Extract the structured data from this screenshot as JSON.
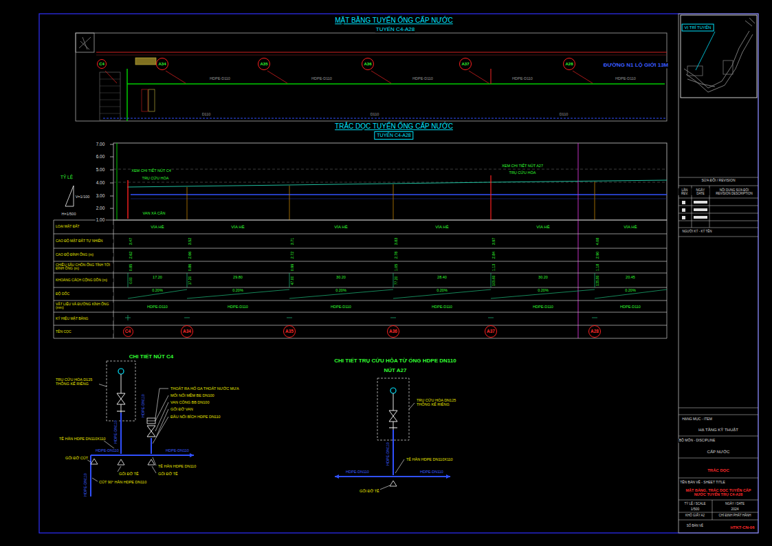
{
  "diagram": {
    "title": "MẶT BẰNG TUYẾN ỐNG CẤP NƯỚC",
    "nodes": [
      {
        "text": [
          "C4"
        ]
      },
      {
        "text": [
          "A34"
        ]
      },
      {
        "text": [
          "A35"
        ]
      },
      {
        "text": [
          "A36"
        ]
      },
      {
        "text": [
          "A37"
        ]
      },
      {
        "text": [
          "A28"
        ]
      },
      {
        "text": [
          "C4"
        ]
      },
      {
        "text": [
          "A34"
        ]
      },
      {
        "text": [
          "A35"
        ]
      },
      {
        "text": [
          "A36"
        ]
      },
      {
        "text": [
          "A37"
        ]
      },
      {
        "text": [
          "A28"
        ]
      }
    ],
    "labels": [
      "TUYẾN C4-A28",
      "ĐƯỜNG N1 LỘ GIỚI 13M",
      "HDPE-D110",
      "HDPE-D110",
      "HDPE-D110",
      "HDPE-D110",
      "HDPE-D110",
      "D110",
      "D110",
      "D110",
      "TUYẾN C4-A28",
      "7.00",
      "6.00",
      "5.00",
      "4.00",
      "3.00",
      "2.00",
      "1.00",
      "TỶ LỆ",
      "V=1/100",
      "H=1/500",
      "XEM CHI TIẾT NÚT C4",
      "TRỤ CỨU HỎA",
      "VAN XẢ CẶN",
      "XEM CHI TIẾT NÚT A27",
      "TRỤ CỨU HỎA",
      "LOẠI MẶT ĐẤT",
      "CAO ĐỘ MẶT ĐẤT TỰ NHIÊN",
      "CAO ĐỘ ĐỈNH ỐNG (m)",
      "CHIỀU SÂU CHÔN ỐNG TÍNH TỚI ĐỈNH ỐNG (m)",
      "KHOẢNG CÁCH CỘNG DỒN (m)",
      "ĐỘ DỐC",
      "VẬT LIỆU VÀ ĐƯỜNG KÍNH ỐNG (mm)",
      "KÝ HIỆU MẶT BẰNG",
      "TÊN CỌC",
      "VỈA HÈ",
      "VỈA HÈ",
      "VỈA HÈ",
      "VỈA HÈ",
      "VỈA HÈ",
      "VỈA HÈ",
      "3.47",
      "3.52",
      "3.71",
      "3.83",
      "3.97",
      "4.08",
      "2.62",
      "2.66",
      "2.72",
      "2.78",
      "2.84",
      "2.90",
      "0.85",
      "0.86",
      "0.99",
      "1.05",
      "1.13",
      "1.18",
      "0.00",
      "17.20",
      "47.00",
      "77.20",
      "105.60",
      "135.80",
      "17.20",
      "29.80",
      "30.20",
      "28.40",
      "30.20",
      "20.45",
      "0.20%",
      "0.20%",
      "0.20%",
      "0.20%",
      "0.20%",
      "0.20%",
      "HDPE-D110",
      "HDPE-D110",
      "HDPE-D110",
      "HDPE-D110",
      "HDPE-D110",
      "HDPE-D110",
      "CHI TIẾT NÚT C4",
      "TRỤ CỨU HỎA D125 THÔNG KẾ RIÊNG",
      "THOÁT RA HỐ GA THOÁT NƯỚC MƯA",
      "MỐI NỐI MỀM BE DN100",
      "VAN CỔNG BB DN100",
      "GỐI ĐỠ VAN",
      "ĐẦU NỐI BÍCH HDPE DN110",
      "HDPE-DN110",
      "HDPE-DN110",
      "TÊ HÀN HDPE DN110X110",
      "HDPE-DN110",
      "HDPE-DN110",
      "GỐI ĐỠ CÚT",
      "TÊ HÀN HDPE DN110",
      "CÚT 90° HÀN HDPE DN110",
      "GỐI ĐỠ TÊ",
      "GỐI ĐỠ TÊ",
      "HDPE-DN110",
      "CHI TIẾT TRỤ CỨU HỎA TỪ ỐNG HDPE DN110",
      "NÚT A27",
      "TRỤ CỨU HỎA DN125 THÔNG KẾ RIÊNG",
      "HDPE-DN110",
      "TÊ HÀN HDPE DN110X110",
      "HDPE-DN110",
      "HDPE-DN110",
      "GỐI ĐỠ TÊ",
      "VỊ TRÍ TUYẾN",
      "SỬA ĐỔI / REVISION",
      "LẦN REV.",
      "NGÀY DATE",
      "NỘI DUNG SỬA ĐỔI REVISION DESCRIPTION",
      "NGƯỜI KÝ - KÝ TÊN",
      "HẠNG MỤC - ITEM",
      "HẠ TẦNG KỸ THUẬT",
      "BỘ MÔN - DISCIPLINE",
      "CẤP NƯỚC",
      "TRẮC DỌC",
      "TÊN BẢN VẼ - SHEET TITLE",
      "MẶT BẰNG, TRẮC DỌC TUYẾN CẤP NƯỚC TUYẾN TRỤ C4-A28",
      "TỶ LỆ / SCALE",
      "1/500",
      "NGÀY / DATE",
      "2024",
      "KHỔ GIẤY A2",
      "CHỈ ĐỊNH PHÁT HÀNH",
      "SỐ BẢN VẼ",
      "HTKT-CN-06",
      "TRẮC DỌC TUYẾN ỐNG CẤP NƯỚC"
    ]
  }
}
